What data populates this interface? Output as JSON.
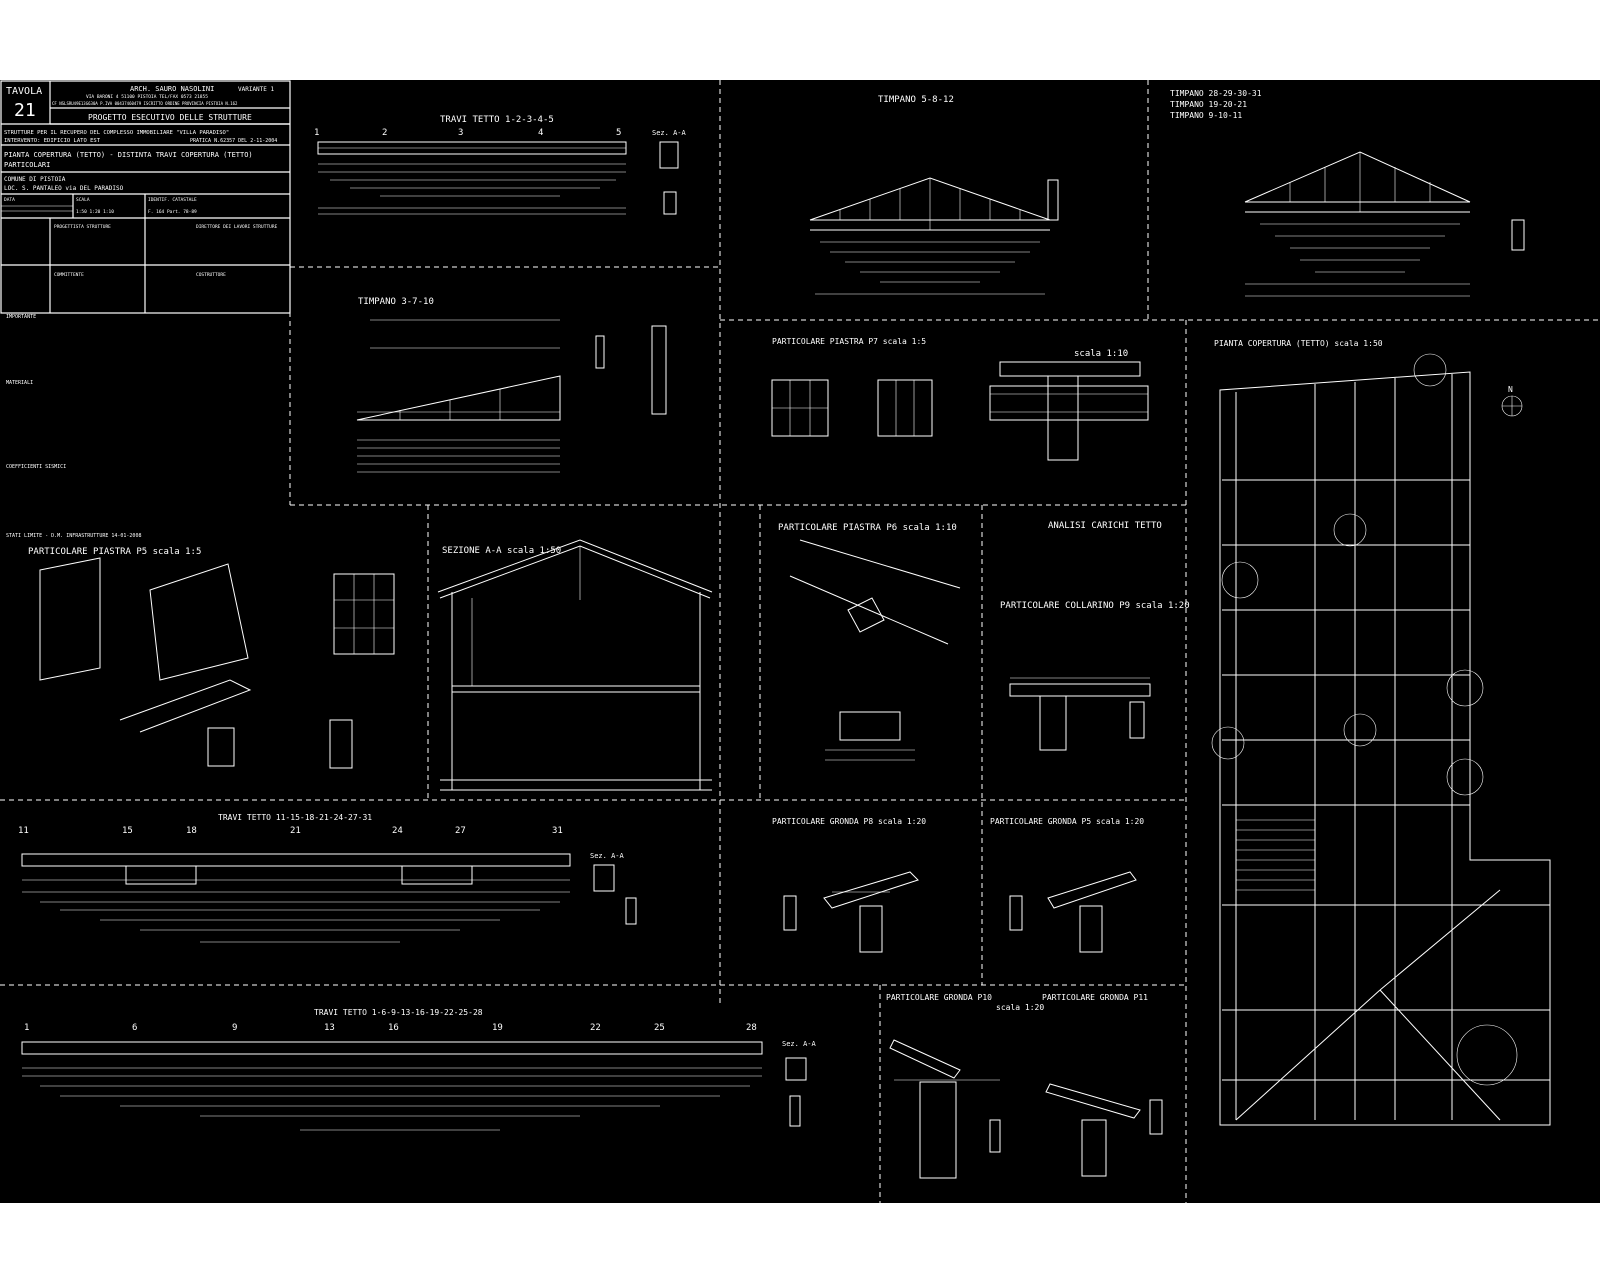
{
  "title_block": {
    "tavola_label": "TAVOLA",
    "tavola_number": "21",
    "architect": "ARCH. SAURO NASOLINI",
    "variant": "VARIANTE 1",
    "address_line": "VIA BARONI 4 51100 PISTOIA TEL/FAX 0573 21855",
    "fiscal_line": "CF NSLSRU49E13G630A P.IVA 00437460479 ISCRITTO ORDINE PROVINCIA PISTOIA N.162",
    "project_type": "PROGETTO ESECUTIVO DELLE STRUTTURE",
    "description": "STRUTTURE PER IL RECUPERO DEL COMPLESSO IMMOBILIARE \"VILLA PARADISO\"",
    "intervention": "INTERVENTO: EDIFICIO LATO EST",
    "pratica": "PRATICA N.62357 DEL 2-11-2004",
    "subject_line1": "PIANTA COPERTURA (TETTO) - DISTINTA TRAVI COPERTURA (TETTO)",
    "subject_line2": "PARTICOLARI",
    "comune": "COMUNE DI PISTOIA",
    "localita": "LOC. S. PANTALEO via DEL PARADISO",
    "data_label": "DATA",
    "scala_label": "SCALA",
    "catasto_label": "IDENTIF. CATASTALE",
    "scala_value": "1:50 1:20 1:10",
    "catasto_value": "F. 164 Part. 78-89",
    "progettista": "PROGETTISTA STRUTTURE",
    "direttore": "DIRETTORE DEI LAVORI STRUTTURE",
    "committente": "COMMITTENTE",
    "costruttore": "COSTRUTTORE"
  },
  "drawings": {
    "travi_1_5": "TRAVI TETTO 1-2-3-4-5",
    "travi_1_5_axes": [
      "1",
      "2",
      "3",
      "4",
      "5"
    ],
    "timpano_5_8_12": "TIMPANO 5-8-12",
    "timpano_28": "TIMPANO 28-29-30-31",
    "timpano_19": "TIMPANO 19-20-21",
    "timpano_9": "TIMPANO 9-10-11",
    "timpano_3_7_10": "TIMPANO 3-7-10",
    "piastra_p7": "PARTICOLARE PIASTRA P7 scala 1:5",
    "scala_1_10": "scala 1:10",
    "pianta_copertura": "PIANTA COPERTURA (TETTO) scala 1:50",
    "piastra_p5": "PARTICOLARE PIASTRA P5 scala 1:5",
    "sezione_aa": "SEZIONE A-A scala 1:50",
    "piastra_p6": "PARTICOLARE PIASTRA P6 scala 1:10",
    "analisi_carichi": "ANALISI CARICHI TETTO",
    "collarino_p9": "PARTICOLARE COLLARINO P9 scala 1:20",
    "travi_11_31": "TRAVI TETTO 11-15-18-21-24-27-31",
    "travi_11_31_axes": [
      "11",
      "15",
      "18",
      "21",
      "24",
      "27",
      "31"
    ],
    "gronda_p8": "PARTICOLARE GRONDA P8 scala 1:20",
    "gronda_p5": "PARTICOLARE GRONDA P5 scala 1:20",
    "travi_1_28": "TRAVI TETTO 1-6-9-13-16-19-22-25-28",
    "travi_1_28_axes": [
      "1",
      "6",
      "9",
      "13",
      "16",
      "19",
      "22",
      "25",
      "28"
    ],
    "gronda_p10": "PARTICOLARE GRONDA P10",
    "gronda_p11": "PARTICOLARE GRONDA P11",
    "scala_1_20": "scala 1:20",
    "sez_aa": "Sez. A-A",
    "north": "N"
  },
  "notes": {
    "importante": "IMPORTANTE",
    "materiali": "MATERIALI",
    "coefficienti": "COEFFICIENTI SISMICI",
    "stati_limite": "STATI LIMITE - D.M. INFRASTRUTTURE 14-01-2008"
  },
  "colors": {
    "background": "#000000",
    "lines": "#ffffff",
    "paper": "#ffffff"
  }
}
